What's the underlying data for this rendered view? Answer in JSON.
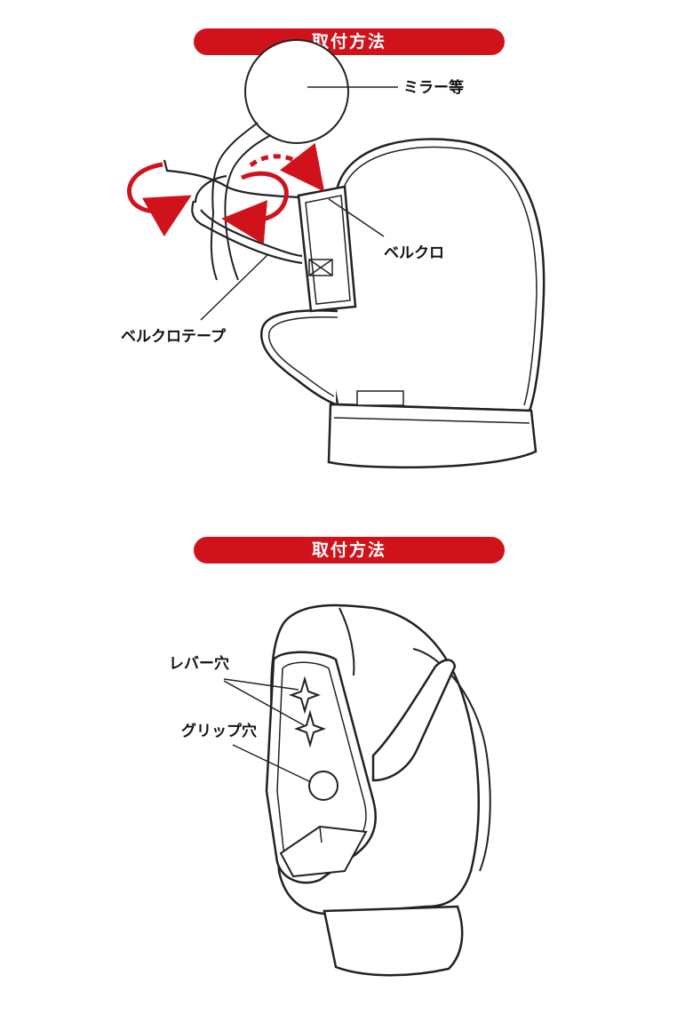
{
  "colors": {
    "accent": "#d0121b",
    "outline": "#222222"
  },
  "section1": {
    "header": "取付方法",
    "labels": {
      "mirror": "ミラー等",
      "velcro": "ベルクロ",
      "velcro_tape": "ベルクロテープ"
    }
  },
  "section2": {
    "header": "取付方法",
    "labels": {
      "lever_hole": "レバー穴",
      "grip_hole": "グリップ穴"
    }
  }
}
